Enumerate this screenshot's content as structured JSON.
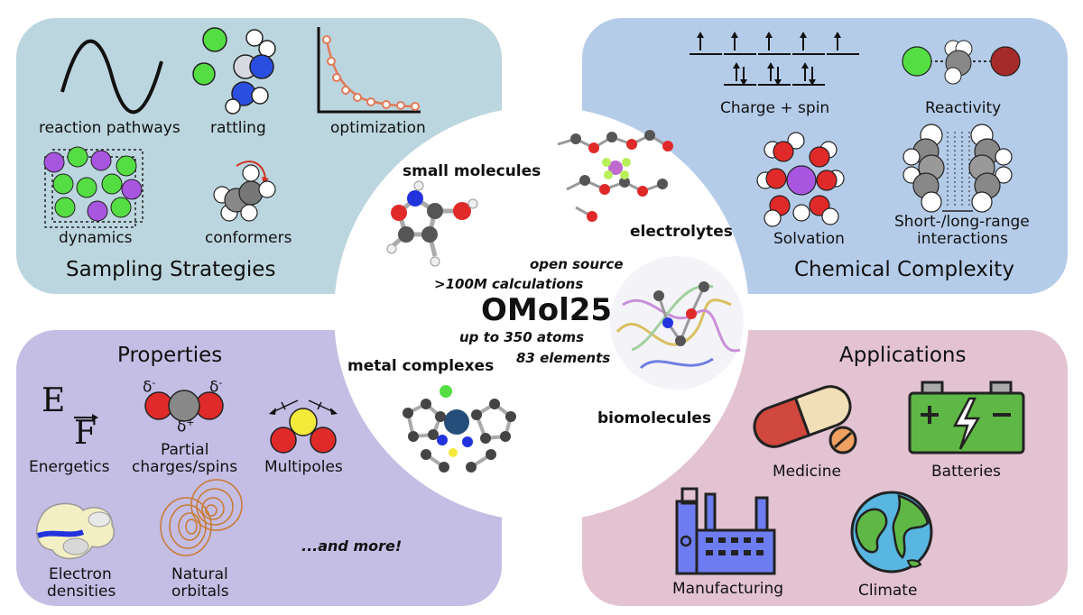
{
  "sampling": {
    "title": "Sampling Strategies",
    "labels": {
      "reaction_pathways": "reaction pathways",
      "rattling": "rattling",
      "optimization": "optimization",
      "dynamics": "dynamics",
      "conformers": "conformers"
    }
  },
  "complexity": {
    "title": "Chemical Complexity",
    "labels": {
      "charge_spin": "Charge + spin",
      "reactivity": "Reactivity",
      "solvation": "Solvation",
      "interactions_line1": "Short-/long-range",
      "interactions_line2": "interactions"
    }
  },
  "properties": {
    "title": "Properties",
    "labels": {
      "energetics": "Energetics",
      "partial_line1": "Partial",
      "partial_line2": "charges/spins",
      "multipoles": "Multipoles",
      "densities_line1": "Electron",
      "densities_line2": "densities",
      "orbitals_line1": "Natural",
      "orbitals_line2": "orbitals",
      "more": "...and more!"
    },
    "symbols": {
      "E": "E",
      "F": "F",
      "delta_minus": "δ",
      "delta_plus": "δ"
    }
  },
  "applications": {
    "title": "Applications",
    "labels": {
      "medicine": "Medicine",
      "batteries": "Batteries",
      "manufacturing": "Manufacturing",
      "climate": "Climate"
    }
  },
  "center": {
    "name": "OMol25",
    "small_molecules": "small molecules",
    "electrolytes": "electrolytes",
    "metal_complexes": "metal complexes",
    "biomolecules": "biomolecules",
    "open_source": "open source",
    "calculations": ">100M calculations",
    "atoms": "up to 350 atoms",
    "elements": "83 elements"
  },
  "colors": {
    "sampling_bg": "#bcd6df",
    "complexity_bg": "#b5cce9",
    "properties_bg": "#c4bde4",
    "applications_bg": "#e3c2d1",
    "oxygen_red": "#e02a2a",
    "nitrogen_blue": "#2233dd",
    "green_atom": "#55dd44",
    "purple_atom": "#a855e0",
    "carbon_gray": "#555555",
    "orbital_orange": "#c87a30",
    "battery_green": "#5fb845",
    "factory_blue": "#6d7cf0"
  }
}
